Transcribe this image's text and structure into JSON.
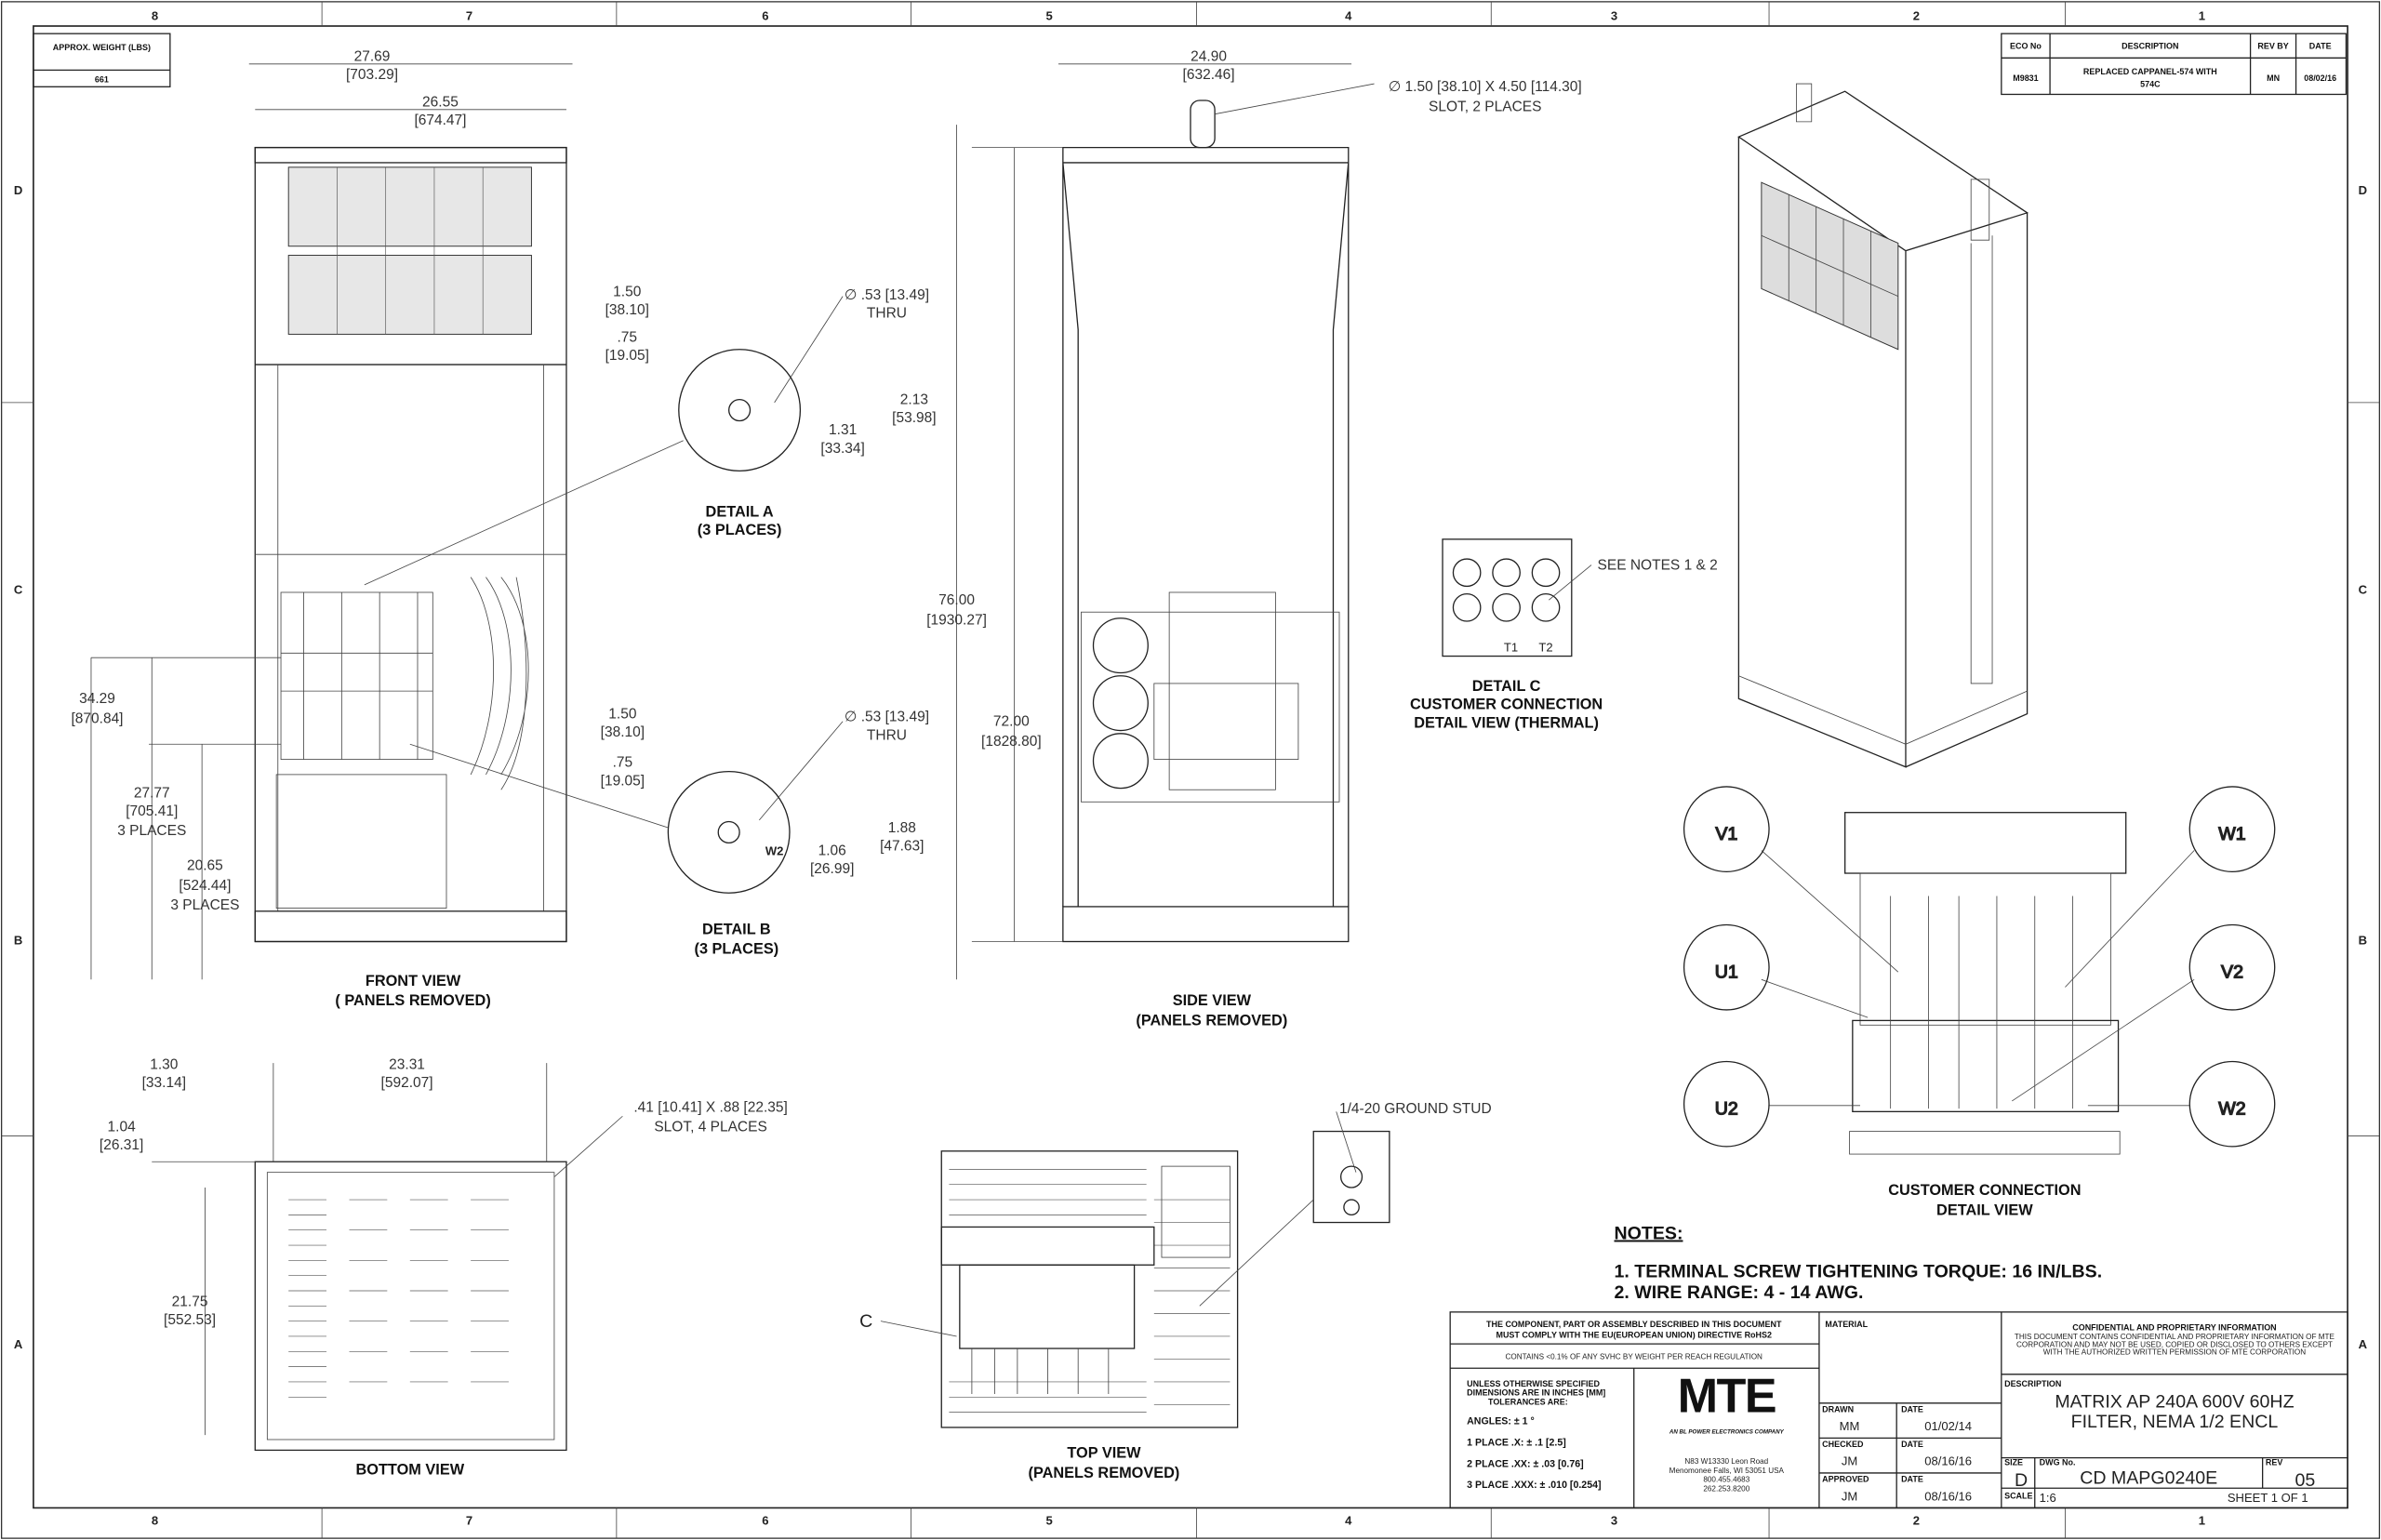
{
  "zones": {
    "columns": [
      "8",
      "7",
      "6",
      "5",
      "4",
      "3",
      "2",
      "1"
    ],
    "rows": [
      "D",
      "C",
      "B",
      "A"
    ]
  },
  "weight": {
    "label": "APPROX. WEIGHT (LBS)",
    "value": "661"
  },
  "revision": {
    "headers": [
      "ECO No",
      "DESCRIPTION",
      "REV BY",
      "DATE"
    ],
    "row": {
      "eco": "M9831",
      "description_1": "REPLACED CAPPANEL-574 WITH",
      "description_2": "574C",
      "by": "MN",
      "date": "08/02/16"
    }
  },
  "front_view": {
    "title": "FRONT VIEW",
    "subtitle": "( PANELS REMOVED)",
    "dims": {
      "w1": "27.69",
      "w1mm": "[703.29]",
      "w2": "26.55",
      "w2mm": "[674.47]",
      "h1": "34.29",
      "h1mm": "[870.84]",
      "h2": "27.77",
      "h2mm": "[705.41]",
      "h2n": "3 PLACES",
      "h3": "20.65",
      "h3mm": "[524.44]",
      "h3n": "3 PLACES"
    }
  },
  "detail_a": {
    "title": "DETAIL A",
    "subtitle": "(3 PLACES)",
    "d1": "1.50",
    "d1mm": "[38.10]",
    "d2": ".75",
    "d2mm": "[19.05]",
    "hole": "∅ .53 [13.49]",
    "thru": "THRU",
    "d3": "2.13",
    "d3mm": "[53.98]",
    "d4": "1.31",
    "d4mm": "[33.34]"
  },
  "detail_b": {
    "title": "DETAIL B",
    "subtitle": "(3 PLACES)",
    "d1": "1.50",
    "d1mm": "[38.10]",
    "d2": ".75",
    "d2mm": "[19.05]",
    "hole": "∅ .53 [13.49]",
    "thru": "THRU",
    "d3": "1.88",
    "d3mm": "[47.63]",
    "d4": "1.06",
    "d4mm": "[26.99]",
    "terminal": "W2"
  },
  "side_view": {
    "title": "SIDE VIEW",
    "subtitle": "(PANELS REMOVED)",
    "dims": {
      "w": "24.90",
      "wmm": "[632.46]",
      "slot": "∅ 1.50 [38.10] X 4.50 [114.30]",
      "slot_note": "SLOT, 2 PLACES",
      "h1": "76.00",
      "h1mm": "[1930.27]",
      "h2": "72.00",
      "h2mm": "[1828.80]"
    }
  },
  "detail_c": {
    "title": "DETAIL C",
    "line2": "CUSTOMER CONNECTION",
    "line3": "DETAIL VIEW (THERMAL)",
    "note": "SEE NOTES 1 & 2",
    "t1": "T1",
    "t2": "T2"
  },
  "customer_connection": {
    "title": "CUSTOMER CONNECTION",
    "subtitle": "DETAIL VIEW",
    "terminals": [
      "V1",
      "W1",
      "U1",
      "V2",
      "U2",
      "W2"
    ]
  },
  "bottom_view": {
    "title": "BOTTOM VIEW",
    "dims": {
      "w1": "1.30",
      "w1mm": "[33.14]",
      "w2": "23.31",
      "w2mm": "[592.07]",
      "slot": ".41 [10.41] X .88 [22.35]",
      "slot_note": "SLOT, 4 PLACES",
      "h1": "1.04",
      "h1mm": "[26.31]",
      "h2": "21.75",
      "h2mm": "[552.53]"
    }
  },
  "top_view": {
    "title": "TOP VIEW",
    "subtitle": "(PANELS REMOVED)",
    "callout": "C",
    "ground": "1/4-20 GROUND STUD"
  },
  "notes": {
    "title": "NOTES:",
    "items": [
      "1.  TERMINAL SCREW TIGHTENING TORQUE: 16 IN/LBS.",
      "2.  WIRE RANGE: 4 - 14 AWG."
    ]
  },
  "title_block": {
    "rohs_1": "THE COMPONENT, PART OR ASSEMBLY DESCRIBED IN THIS DOCUMENT",
    "rohs_2": "MUST COMPLY WITH THE EU(EUROPEAN UNION) DIRECTIVE RoHS2",
    "reach": "CONTAINS <0.1% OF ANY SVHC BY WEIGHT PER REACH REGULATION",
    "tol_1": "UNLESS OTHERWISE SPECIFIED",
    "tol_2": "DIMENSIONS ARE IN INCHES [MM]",
    "tol_3": "TOLERANCES ARE:",
    "angles": "ANGLES: ± 1 °",
    "place1": "1 PLACE .X: ± .1 [2.5]",
    "place2": "2 PLACE .XX: ± .03 [0.76]",
    "place3": "3 PLACE .XXX: ± .010 [0.254]",
    "logo": "MTE",
    "logo_tag": "AN BL POWER ELECTRONICS COMPANY",
    "addr_1": "N83 W13330 Leon Road",
    "addr_2": "Menomonee Falls, WI 53051 USA",
    "phone_1": "800.455.4683",
    "phone_2": "262.253.8200",
    "material_label": "MATERIAL",
    "drawn_label": "DRAWN",
    "drawn": "MM",
    "drawn_date": "01/02/14",
    "checked_label": "CHECKED",
    "checked": "JM",
    "checked_date": "08/16/16",
    "approved_label": "APPROVED",
    "approved": "JM",
    "approved_date": "08/16/16",
    "date_label": "DATE",
    "conf_title": "CONFIDENTIAL AND PROPRIETARY INFORMATION",
    "conf_1": "THIS DOCUMENT CONTAINS CONFIDENTIAL AND PROPRIETARY INFORMATION OF MTE",
    "conf_2": "CORPORATION AND MAY NOT BE USED, COPIED OR DISCLOSED TO OTHERS EXCEPT",
    "conf_3": "WITH THE AUTHORIZED WRITTEN PERMISSION OF MTE CORPORATION",
    "desc_label": "DESCRIPTION",
    "desc_1": "MATRIX AP 240A 600V 60HZ",
    "desc_2": "FILTER, NEMA 1/2 ENCL",
    "size_label": "SIZE",
    "size": "D",
    "dwg_label": "DWG No.",
    "dwg": "CD MAPG0240E",
    "rev_label": "REV",
    "rev": "05",
    "scale_label": "SCALE",
    "scale": "1:6",
    "sheet": "SHEET 1  OF 1"
  }
}
